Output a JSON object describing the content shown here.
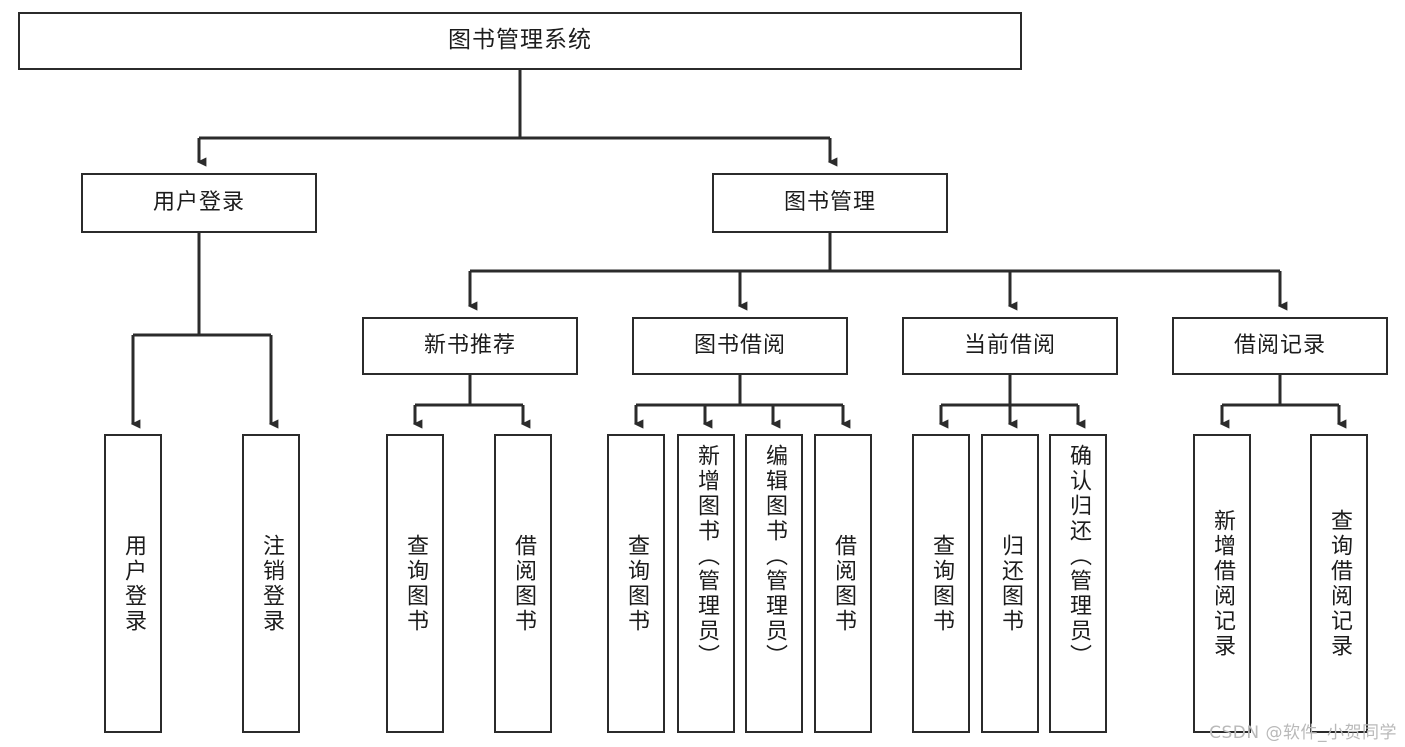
{
  "diagram": {
    "title": "图书管理系统",
    "type": "functional-structure-tree",
    "colors": {
      "stroke": "#2b2b2b",
      "fill": "#ffffff",
      "text": "#1c1c1c",
      "watermark": "#b9b9b9"
    },
    "watermark": "CSDN @软件_小贺同学"
  },
  "nodes": {
    "root": {
      "label": "图书管理系统"
    },
    "level2": [
      {
        "label": "用户登录"
      },
      {
        "label": "图书管理"
      }
    ],
    "level3": [
      {
        "label": "新书推荐"
      },
      {
        "label": "图书借阅"
      },
      {
        "label": "当前借阅"
      },
      {
        "label": "借阅记录"
      }
    ],
    "leaves_user_login": [
      {
        "label": "用户登录"
      },
      {
        "label": "注销登录"
      }
    ],
    "leaves_new_book": [
      {
        "label": "查询图书"
      },
      {
        "label": "借阅图书"
      }
    ],
    "leaves_borrow": [
      {
        "label": "查询图书"
      },
      {
        "label": "新增图书（管理员）"
      },
      {
        "label": "编辑图书（管理员）"
      },
      {
        "label": "借阅图书"
      }
    ],
    "leaves_current": [
      {
        "label": "查询图书"
      },
      {
        "label": "归还图书"
      },
      {
        "label": "确认归还（管理员）"
      }
    ],
    "leaves_record": [
      {
        "label": "新增借阅记录"
      },
      {
        "label": "查询借阅记录"
      }
    ]
  }
}
